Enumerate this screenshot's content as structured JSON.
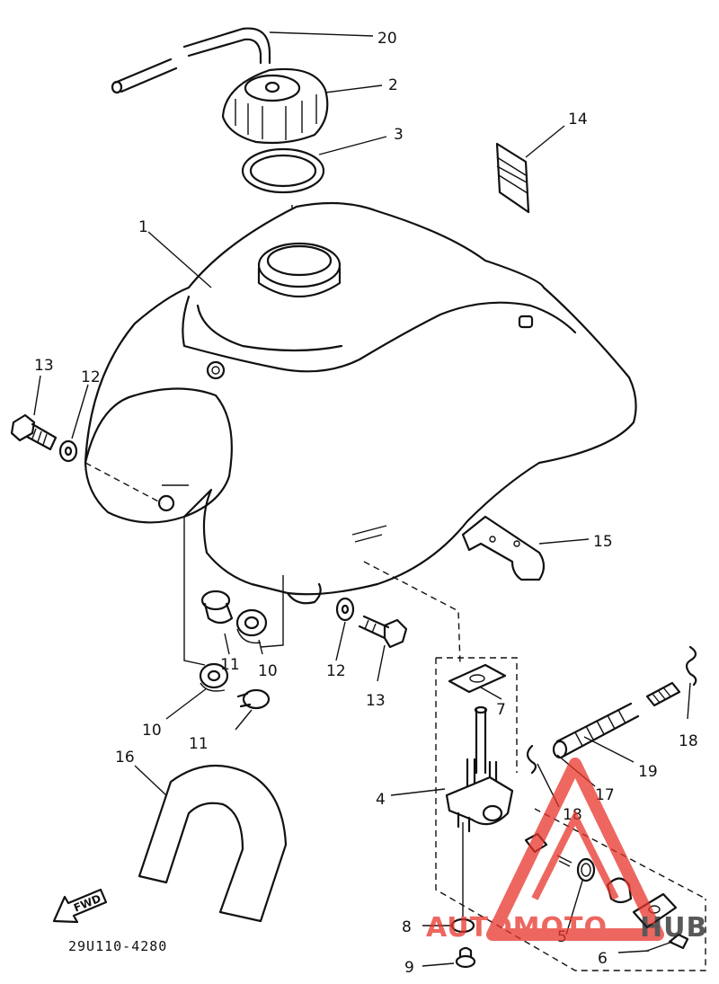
{
  "diagram": {
    "part_code": "29U110-4280",
    "fwd_label": "FWD",
    "callouts": [
      "20",
      "2",
      "3",
      "14",
      "1",
      "13",
      "12",
      "15",
      "11",
      "10",
      "12",
      "13",
      "10",
      "11",
      "7",
      "18",
      "16",
      "19",
      "4",
      "17",
      "18",
      "8",
      "5",
      "6",
      "9"
    ]
  },
  "watermark": {
    "text_part1": "AUTOMOTO",
    "text_part2": "HUB",
    "color": "#e8352b",
    "color2": "#222222"
  }
}
